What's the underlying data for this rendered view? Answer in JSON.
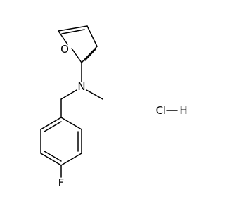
{
  "molecule": {
    "atoms": {
      "oxygen": "O",
      "nitrogen": "N",
      "fluorine": "F"
    },
    "salt": {
      "chlorine": "Cl",
      "hydrogen": "H"
    }
  },
  "colors": {
    "bond": "#000000",
    "text": "#000000",
    "background": "#ffffff"
  }
}
